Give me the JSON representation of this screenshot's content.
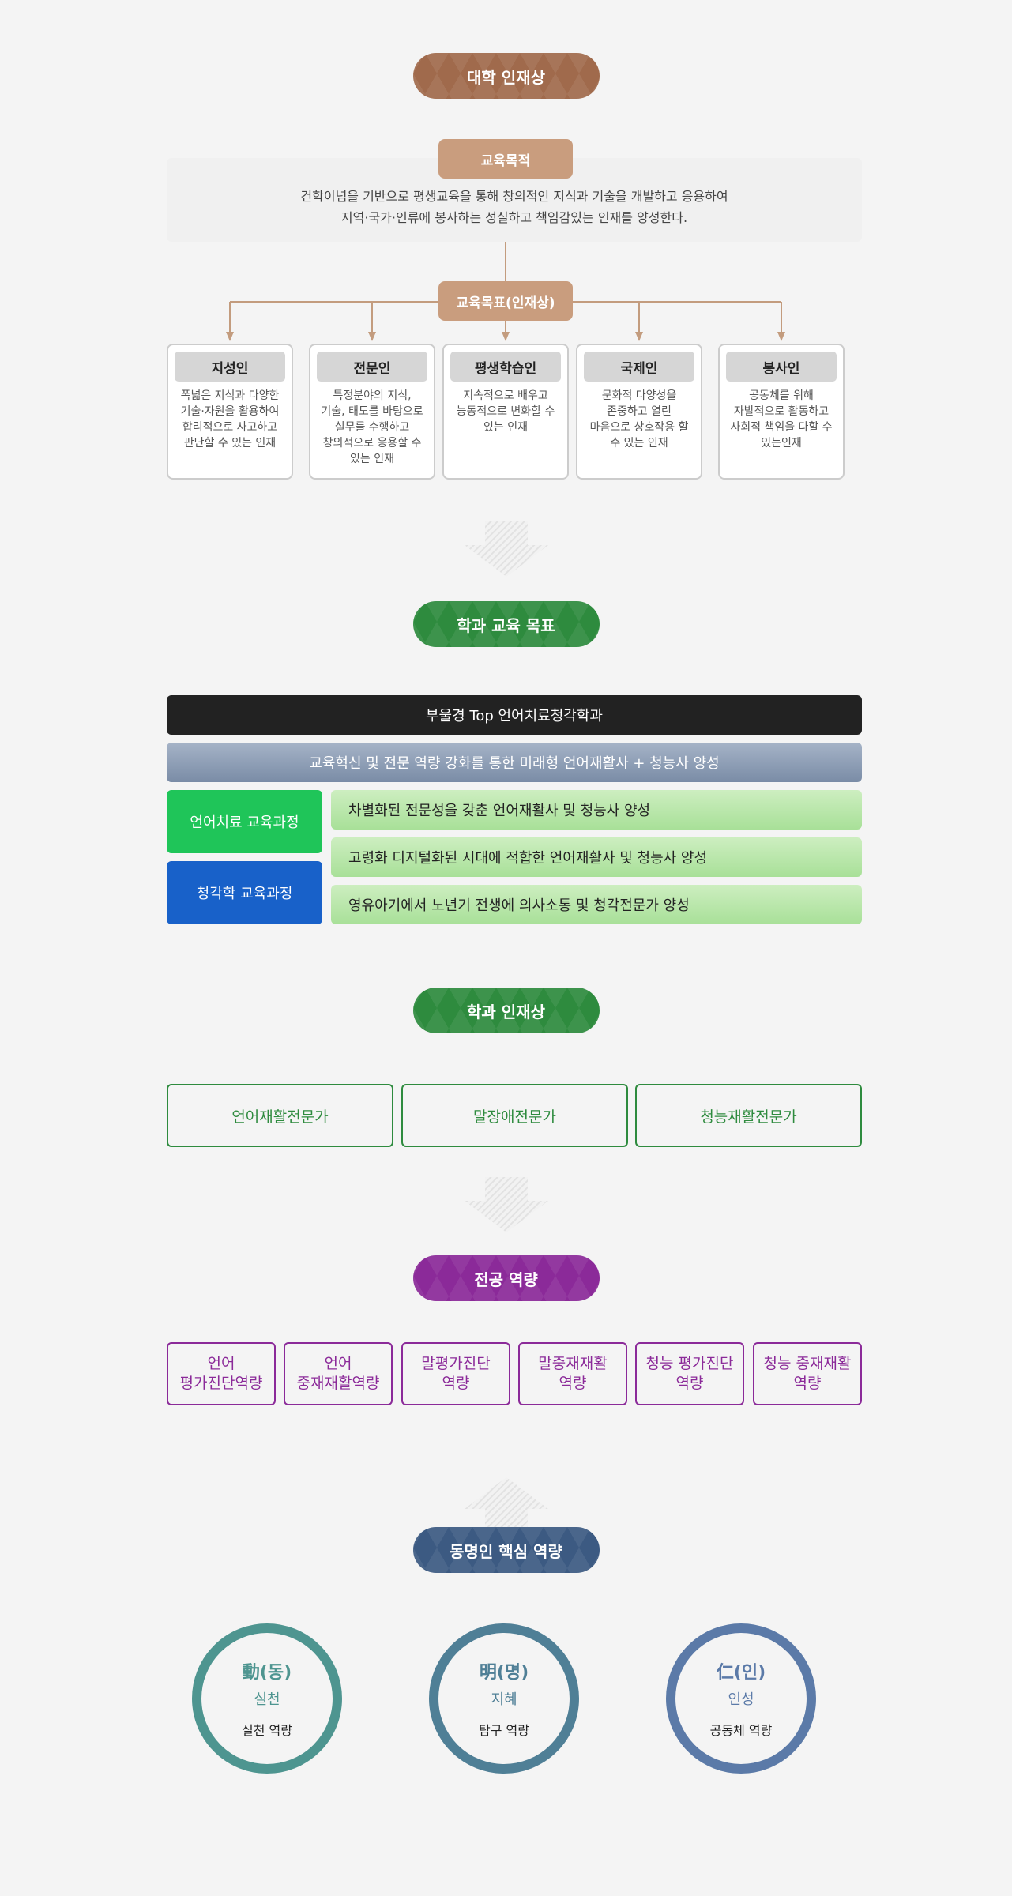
{
  "university": {
    "title": "대학 인재상",
    "purpose_label": "교육목적",
    "purpose_lines": [
      "건학이념을 기반으로 평생교육을 통해 창의적인 지식과 기술을 개발하고 응용하여",
      "지역·국가·인류에 봉사하는 성실하고 책임감있는 인재를 양성한다."
    ],
    "goals_label": "교육목표(인재상)",
    "cards": [
      {
        "title": "지성인",
        "lines": [
          "폭넓은 지식과 다양한",
          "기술·자원을 활용하여",
          "합리적으로 사고하고",
          "판단할 수 있는 인재"
        ]
      },
      {
        "title": "전문인",
        "lines": [
          "특정분야의 지식,",
          "기술, 태도를 바탕으로",
          "실무를 수행하고",
          "창의적으로 응용할 수",
          "있는 인재"
        ]
      },
      {
        "title": "평생학습인",
        "lines": [
          "지속적으로 배우고",
          "능동적으로 변화할 수",
          "있는 인재"
        ]
      },
      {
        "title": "국제인",
        "lines": [
          "문화적 다양성을",
          "존중하고 열린",
          "마음으로 상호작용 할",
          "수 있는 인재"
        ]
      },
      {
        "title": "봉사인",
        "lines": [
          "공동체를 위해",
          "자발적으로 활동하고",
          "사회적 책임을 다할 수",
          "있는인재"
        ]
      }
    ]
  },
  "dept_goal": {
    "title": "학과 교육 목표",
    "top_bar": "부울경 Top 언어치료청각학과",
    "sub_bar": "교육혁신 및 전문 역량 강화를 통한 미래형 언어재활사 + 청능사 양성",
    "courses": [
      "언어치료 교육과정",
      "청각학 교육과정"
    ],
    "goals": [
      "차별화된 전문성을 갖춘 언어재활사 및 청능사 양성",
      "고령화 디지털화된 시대에 적합한 언어재활사 및 청능사 양성",
      "영유아기에서 노년기 전생에 의사소통 및 청각전문가 양성"
    ]
  },
  "dept_talent": {
    "title": "학과 인재상",
    "items": [
      "언어재활전문가",
      "말장애전문가",
      "청능재활전문가"
    ]
  },
  "major": {
    "title": "전공 역량",
    "items": [
      [
        "언어",
        "평가진단역량"
      ],
      [
        "언어",
        "중재재활역량"
      ],
      [
        "말평가진단",
        "역량"
      ],
      [
        "말중재재활",
        "역량"
      ],
      [
        "청능 평가진단",
        "역량"
      ],
      [
        "청능 중재재활",
        "역량"
      ]
    ]
  },
  "core": {
    "title": "동명인 핵심 역량",
    "items": [
      {
        "hanja": "動(동)",
        "word": "실천",
        "label": "실천 역량"
      },
      {
        "hanja": "明(명)",
        "word": "지혜",
        "label": "탐구 역량"
      },
      {
        "hanja": "仁(인)",
        "word": "인성",
        "label": "공동체 역량"
      }
    ]
  },
  "colors": {
    "brown": "#a06a4c",
    "green": "#2e8b3e",
    "purple": "#8b2a99",
    "navy": "#3c5a82",
    "teal": "#4e9590",
    "tealblue": "#4f7f96",
    "blue": "#5b7aa8"
  }
}
